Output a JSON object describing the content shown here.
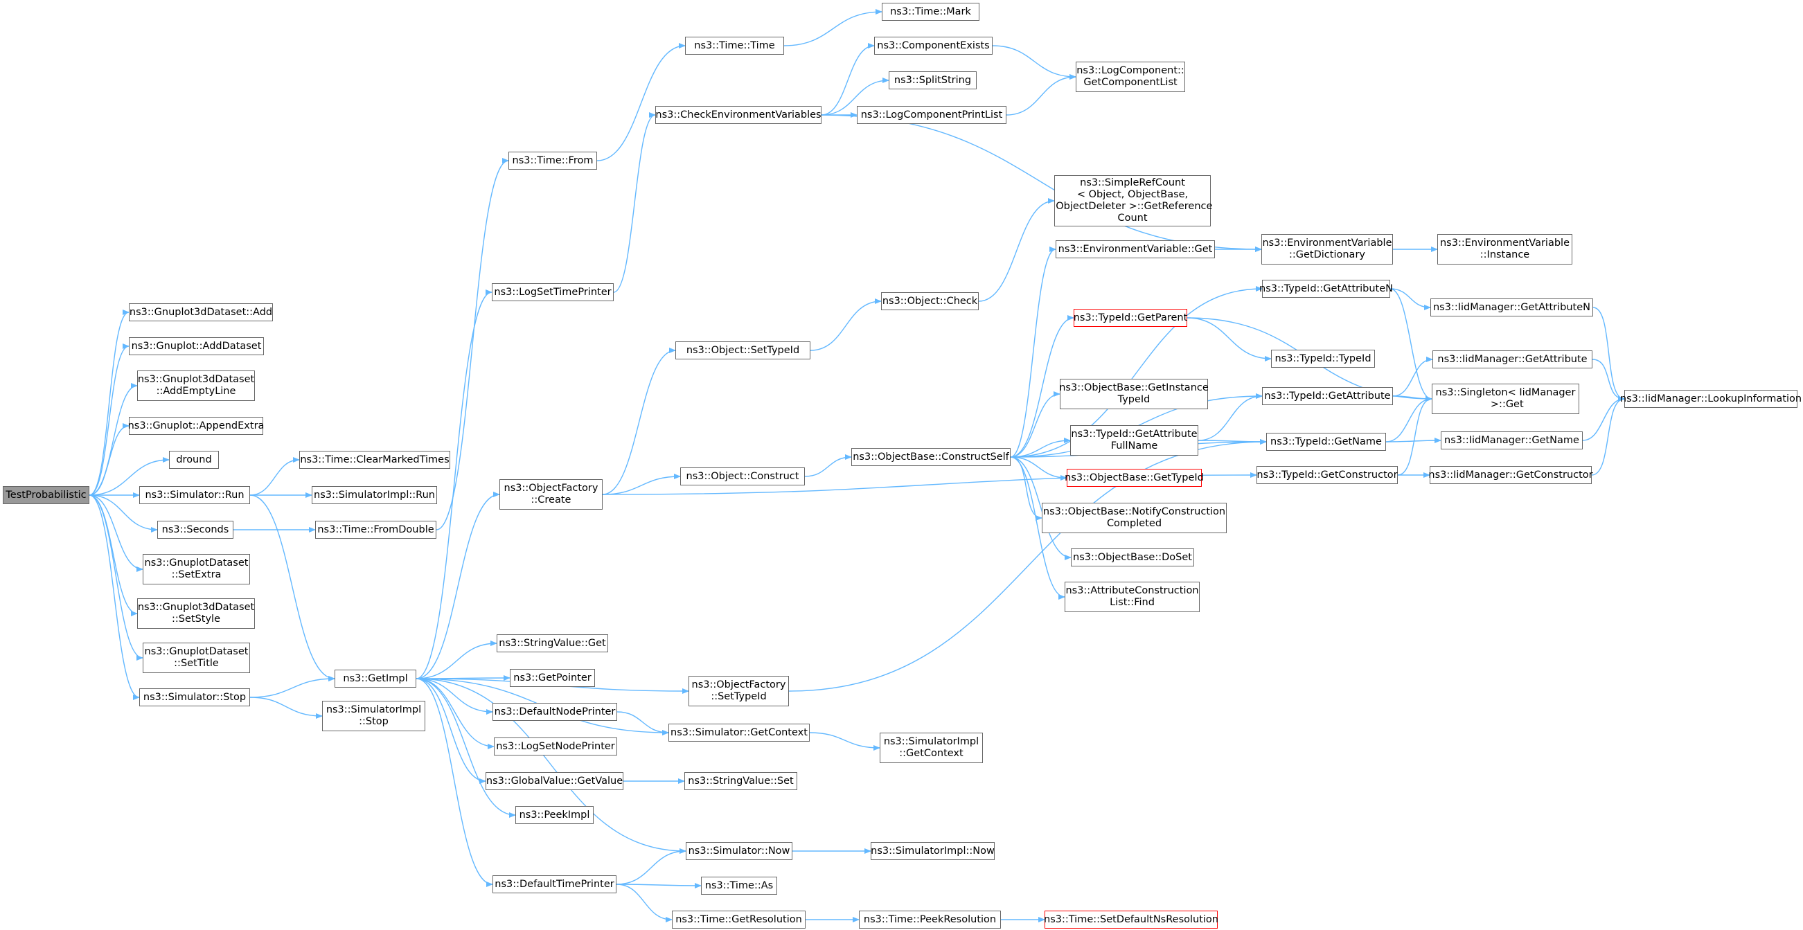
{
  "edge_color": "#63b8ff",
  "nodes": [
    {
      "id": "n0",
      "label": "TestProbabilistic",
      "style": "root"
    },
    {
      "id": "n1",
      "label": "ns3::Gnuplot3dDataset::Add"
    },
    {
      "id": "n2",
      "label": "ns3::Gnuplot::AddDataset"
    },
    {
      "id": "n3",
      "label": "ns3::Gnuplot3dDataset\n::AddEmptyLine"
    },
    {
      "id": "n4",
      "label": "ns3::Gnuplot::AppendExtra"
    },
    {
      "id": "n5",
      "label": "dround"
    },
    {
      "id": "n6",
      "label": "ns3::Simulator::Run"
    },
    {
      "id": "n7",
      "label": "ns3::Seconds"
    },
    {
      "id": "n8",
      "label": "ns3::GnuplotDataset\n::SetExtra"
    },
    {
      "id": "n9",
      "label": "ns3::Gnuplot3dDataset\n::SetStyle"
    },
    {
      "id": "n10",
      "label": "ns3::GnuplotDataset\n::SetTitle"
    },
    {
      "id": "n11",
      "label": "ns3::Simulator::Stop"
    },
    {
      "id": "n12",
      "label": "ns3::Time::ClearMarkedTimes"
    },
    {
      "id": "n13",
      "label": "ns3::SimulatorImpl::Run"
    },
    {
      "id": "n14",
      "label": "ns3::Time::FromDouble"
    },
    {
      "id": "n15",
      "label": "ns3::GetImpl"
    },
    {
      "id": "n16",
      "label": "ns3::SimulatorImpl\n::Stop"
    },
    {
      "id": "n17",
      "label": "ns3::Time::From"
    },
    {
      "id": "n18",
      "label": "ns3::LogSetTimePrinter"
    },
    {
      "id": "n19",
      "label": "ns3::ObjectFactory\n::Create"
    },
    {
      "id": "n20",
      "label": "ns3::StringValue::Get"
    },
    {
      "id": "n21",
      "label": "ns3::GetPointer"
    },
    {
      "id": "n22",
      "label": "ns3::DefaultNodePrinter"
    },
    {
      "id": "n23",
      "label": "ns3::LogSetNodePrinter"
    },
    {
      "id": "n24",
      "label": "ns3::GlobalValue::GetValue"
    },
    {
      "id": "n25",
      "label": "ns3::PeekImpl"
    },
    {
      "id": "n26",
      "label": "ns3::DefaultTimePrinter"
    },
    {
      "id": "n27",
      "label": "ns3::Time::Time"
    },
    {
      "id": "n28",
      "label": "ns3::Time::Mark"
    },
    {
      "id": "n29",
      "label": "ns3::CheckEnvironmentVariables"
    },
    {
      "id": "n30",
      "label": "ns3::ComponentExists"
    },
    {
      "id": "n31",
      "label": "ns3::SplitString"
    },
    {
      "id": "n32",
      "label": "ns3::LogComponentPrintList"
    },
    {
      "id": "n33",
      "label": "ns3::LogComponent::\nGetComponentList"
    },
    {
      "id": "n34",
      "label": "ns3::Object::SetTypeId"
    },
    {
      "id": "n35",
      "label": "ns3::Object::Construct"
    },
    {
      "id": "n36",
      "label": "ns3::Object::Check"
    },
    {
      "id": "n37",
      "label": "ns3::SimpleRefCount\n< Object, ObjectBase,\n ObjectDeleter >::GetReference\nCount"
    },
    {
      "id": "n38",
      "label": "ns3::ObjectBase::ConstructSelf"
    },
    {
      "id": "n39",
      "label": "ns3::EnvironmentVariable::Get"
    },
    {
      "id": "n40",
      "label": "ns3::EnvironmentVariable\n::GetDictionary"
    },
    {
      "id": "n41",
      "label": "ns3::EnvironmentVariable\n::Instance"
    },
    {
      "id": "n42",
      "label": "ns3::TypeId::GetAttributeN"
    },
    {
      "id": "n43",
      "label": "ns3::IidManager::GetAttributeN"
    },
    {
      "id": "n44",
      "label": "ns3::TypeId::GetParent",
      "style": "red"
    },
    {
      "id": "n45",
      "label": "ns3::TypeId::TypeId"
    },
    {
      "id": "n46",
      "label": "ns3::IidManager::GetAttribute"
    },
    {
      "id": "n47",
      "label": "ns3::ObjectBase::GetInstance\nTypeId"
    },
    {
      "id": "n48",
      "label": "ns3::TypeId::GetAttribute"
    },
    {
      "id": "n49",
      "label": "ns3::Singleton< IidManager\n >::Get"
    },
    {
      "id": "n50",
      "label": "ns3::IidManager::LookupInformation"
    },
    {
      "id": "n51",
      "label": "ns3::TypeId::GetAttribute\nFullName"
    },
    {
      "id": "n52",
      "label": "ns3::TypeId::GetName"
    },
    {
      "id": "n53",
      "label": "ns3::IidManager::GetName"
    },
    {
      "id": "n54",
      "label": "ns3::ObjectBase::GetTypeId",
      "style": "red"
    },
    {
      "id": "n55",
      "label": "ns3::TypeId::GetConstructor"
    },
    {
      "id": "n56",
      "label": "ns3::IidManager::GetConstructor"
    },
    {
      "id": "n57",
      "label": "ns3::ObjectBase::NotifyConstruction\nCompleted"
    },
    {
      "id": "n58",
      "label": "ns3::ObjectBase::DoSet"
    },
    {
      "id": "n59",
      "label": "ns3::AttributeConstruction\nList::Find"
    },
    {
      "id": "n60",
      "label": "ns3::ObjectFactory\n::SetTypeId"
    },
    {
      "id": "n61",
      "label": "ns3::Simulator::GetContext"
    },
    {
      "id": "n62",
      "label": "ns3::SimulatorImpl\n::GetContext"
    },
    {
      "id": "n63",
      "label": "ns3::StringValue::Set"
    },
    {
      "id": "n64",
      "label": "ns3::Simulator::Now"
    },
    {
      "id": "n65",
      "label": "ns3::SimulatorImpl::Now"
    },
    {
      "id": "n66",
      "label": "ns3::Time::As"
    },
    {
      "id": "n67",
      "label": "ns3::Time::GetResolution"
    },
    {
      "id": "n68",
      "label": "ns3::Time::PeekResolution"
    },
    {
      "id": "n69",
      "label": "ns3::Time::SetDefaultNsResolution",
      "style": "red"
    }
  ],
  "edges": [
    [
      "n0",
      "n1"
    ],
    [
      "n0",
      "n2"
    ],
    [
      "n0",
      "n3"
    ],
    [
      "n0",
      "n4"
    ],
    [
      "n0",
      "n5"
    ],
    [
      "n0",
      "n6"
    ],
    [
      "n0",
      "n7"
    ],
    [
      "n0",
      "n8"
    ],
    [
      "n0",
      "n9"
    ],
    [
      "n0",
      "n10"
    ],
    [
      "n0",
      "n11"
    ],
    [
      "n6",
      "n12"
    ],
    [
      "n6",
      "n13"
    ],
    [
      "n6",
      "n15"
    ],
    [
      "n7",
      "n14"
    ],
    [
      "n14",
      "n17"
    ],
    [
      "n11",
      "n15"
    ],
    [
      "n11",
      "n16"
    ],
    [
      "n15",
      "n18"
    ],
    [
      "n15",
      "n19"
    ],
    [
      "n15",
      "n20"
    ],
    [
      "n15",
      "n21"
    ],
    [
      "n15",
      "n22"
    ],
    [
      "n15",
      "n23"
    ],
    [
      "n15",
      "n24"
    ],
    [
      "n15",
      "n25"
    ],
    [
      "n15",
      "n26"
    ],
    [
      "n15",
      "n60"
    ],
    [
      "n15",
      "n61"
    ],
    [
      "n15",
      "n64"
    ],
    [
      "n17",
      "n27"
    ],
    [
      "n27",
      "n28"
    ],
    [
      "n18",
      "n29"
    ],
    [
      "n29",
      "n30"
    ],
    [
      "n29",
      "n31"
    ],
    [
      "n29",
      "n32"
    ],
    [
      "n29",
      "n40"
    ],
    [
      "n30",
      "n33"
    ],
    [
      "n32",
      "n33"
    ],
    [
      "n19",
      "n34"
    ],
    [
      "n19",
      "n35"
    ],
    [
      "n19",
      "n55"
    ],
    [
      "n34",
      "n36"
    ],
    [
      "n36",
      "n37"
    ],
    [
      "n35",
      "n38"
    ],
    [
      "n38",
      "n39"
    ],
    [
      "n38",
      "n42"
    ],
    [
      "n38",
      "n44"
    ],
    [
      "n38",
      "n47"
    ],
    [
      "n38",
      "n48"
    ],
    [
      "n38",
      "n51"
    ],
    [
      "n38",
      "n54"
    ],
    [
      "n38",
      "n57"
    ],
    [
      "n38",
      "n58"
    ],
    [
      "n38",
      "n59"
    ],
    [
      "n38",
      "n52"
    ],
    [
      "n39",
      "n40"
    ],
    [
      "n40",
      "n41"
    ],
    [
      "n42",
      "n43"
    ],
    [
      "n42",
      "n49"
    ],
    [
      "n43",
      "n50"
    ],
    [
      "n44",
      "n45"
    ],
    [
      "n44",
      "n49"
    ],
    [
      "n48",
      "n46"
    ],
    [
      "n48",
      "n49"
    ],
    [
      "n46",
      "n50"
    ],
    [
      "n51",
      "n48"
    ],
    [
      "n51",
      "n52"
    ],
    [
      "n52",
      "n53"
    ],
    [
      "n52",
      "n49"
    ],
    [
      "n53",
      "n50"
    ],
    [
      "n55",
      "n56"
    ],
    [
      "n55",
      "n49"
    ],
    [
      "n56",
      "n50"
    ],
    [
      "n60",
      "n52"
    ],
    [
      "n22",
      "n61"
    ],
    [
      "n61",
      "n62"
    ],
    [
      "n24",
      "n63"
    ],
    [
      "n26",
      "n64"
    ],
    [
      "n26",
      "n66"
    ],
    [
      "n26",
      "n67"
    ],
    [
      "n64",
      "n65"
    ],
    [
      "n67",
      "n68"
    ],
    [
      "n68",
      "n69"
    ]
  ]
}
